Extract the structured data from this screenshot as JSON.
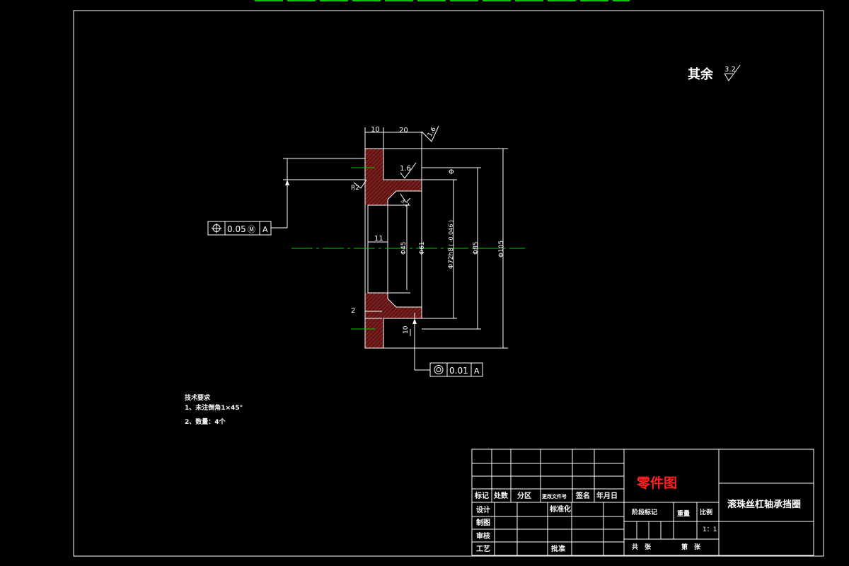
{
  "drawing": {
    "roughness_note": {
      "label": "其余",
      "value": "3.2"
    },
    "dimensions": {
      "d10_top": "10",
      "d20_top": "20",
      "d16_roughness": "1.6",
      "d16_roughness_b": "1.6",
      "d11": "11",
      "d2": "2",
      "d10_bottom": "10",
      "dia45": "Φ45",
      "dia61": "Φ61",
      "dia72": "Φ72h8",
      "dia72_tol": "( -0.046 )",
      "dia85": "Φ85",
      "dia105": "Φ105",
      "r2": "R2",
      "rough_small": "3.2",
      "datum_flat": "Φ"
    },
    "tolerance_frames": [
      {
        "symbol": "position",
        "value": "0.05",
        "modifier": "Ⓜ",
        "datum": "A"
      },
      {
        "symbol": "concentricity",
        "value": "0.01",
        "datum": "A"
      }
    ],
    "tech_requirements": {
      "title": "技术要求",
      "items": [
        "1、未注倒角1×45°",
        "2、数量：4个"
      ]
    }
  },
  "title_block": {
    "header_row": [
      "标记",
      "处数",
      "分区",
      "更改文件号",
      "签名",
      "年月日"
    ],
    "left_labels": [
      "设计",
      "制图",
      "审核",
      "工艺"
    ],
    "mid_labels": {
      "standard": "标准化",
      "approve": "批准"
    },
    "drawing_type": "零件图",
    "part_name": "滚珠丝杠轴承挡圈",
    "stage_mark": "阶段标记",
    "weight": "重量",
    "scale_label": "比例",
    "scale_value": "1：1",
    "sheets_total": "共　张",
    "sheet_no": "第　张"
  },
  "colors": {
    "background": "#000000",
    "line": "#ffffff",
    "centerline": "#00c800",
    "hatch": "#8b2222",
    "title_red": "#ff2020"
  }
}
